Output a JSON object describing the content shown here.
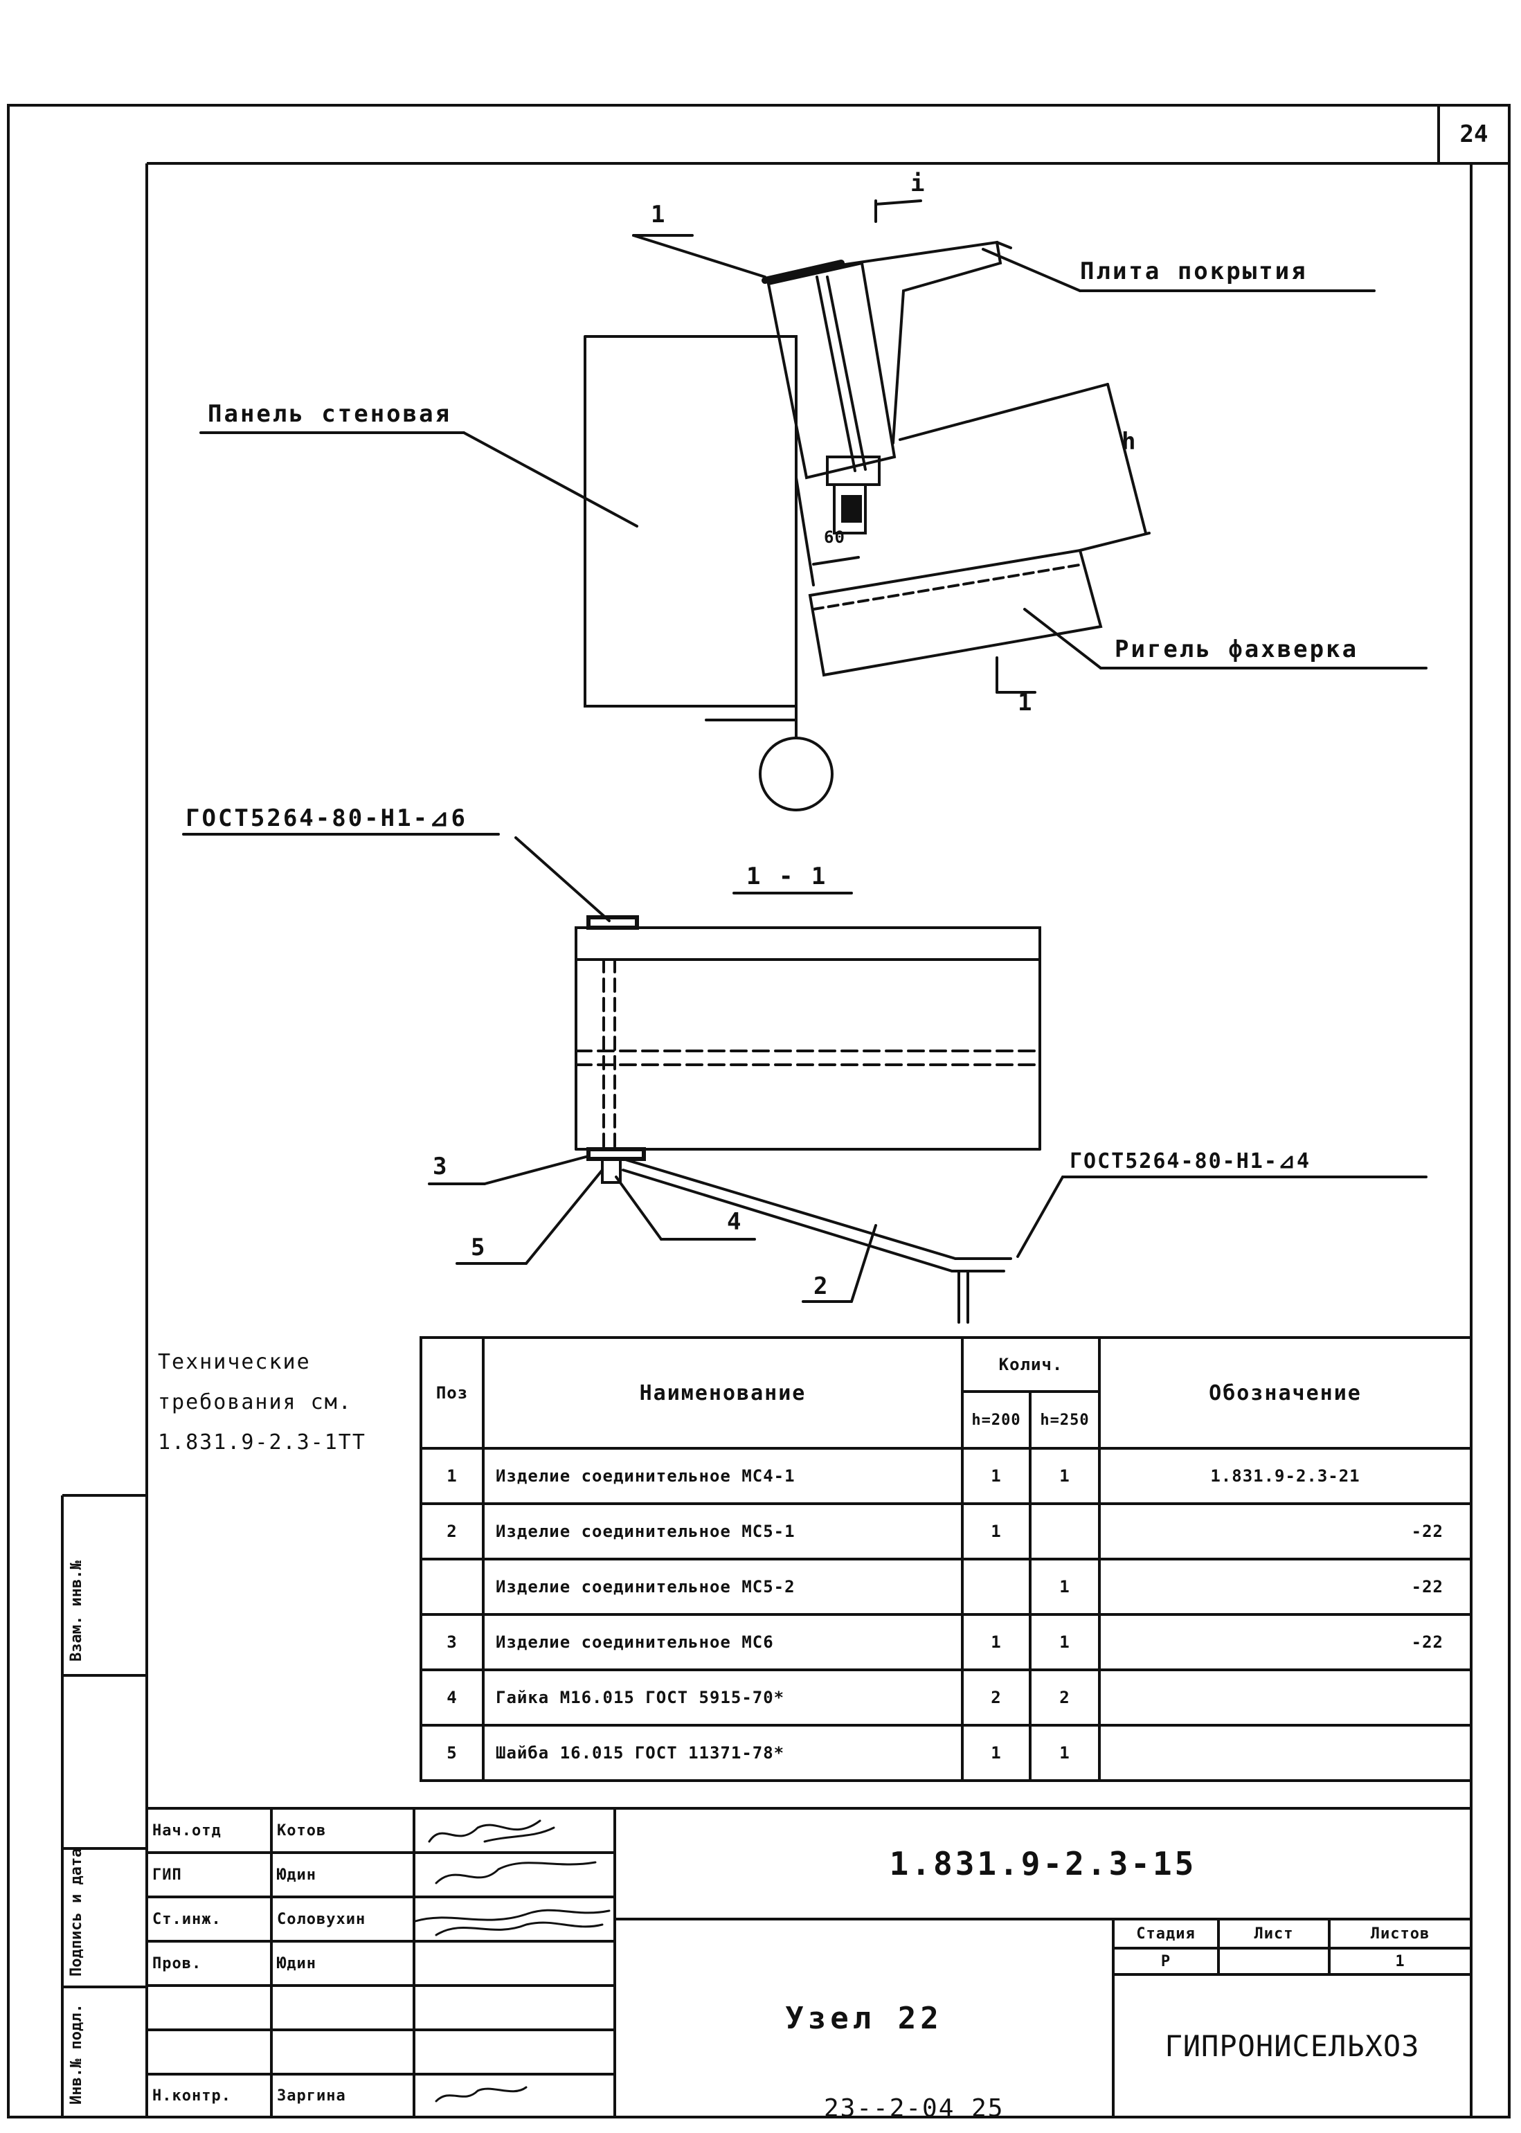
{
  "sheet_number": "24",
  "drawing_labels": {
    "pos1": "1",
    "slope": "i",
    "roof_slab": "Плита покрытия",
    "panel": "Панель стеновая",
    "height": "h",
    "gap": "60",
    "girt": "Ригель фахверка",
    "section_mark": "1",
    "weld_top": "ГОСТ5264-80-Н1-⊿6",
    "section_title": "1 - 1",
    "weld_right": "ГОСТ5264-80-Н1-⊿4",
    "pos3": "3",
    "pos4": "4",
    "pos5": "5",
    "pos2": "2"
  },
  "notes": [
    "Технические",
    "требования см.",
    "1.831.9-2.3-1ТТ"
  ],
  "spec_table": {
    "headers": {
      "pos": "Поз",
      "name": "Наименование",
      "qty": "Колич.",
      "qty_h200": "h=200",
      "qty_h250": "h=250",
      "designation": "Обозначение"
    },
    "rows": [
      {
        "pos": "1",
        "name": "Изделие соединительное МС4-1",
        "q200": "1",
        "q250": "1",
        "designation": "1.831.9-2.3-21"
      },
      {
        "pos": "2",
        "name": "Изделие соединительное МС5-1",
        "q200": "1",
        "q250": "",
        "designation": "-22"
      },
      {
        "pos": "",
        "name": "Изделие соединительное МС5-2",
        "q200": "",
        "q250": "1",
        "designation": "-22"
      },
      {
        "pos": "3",
        "name": "Изделие соединительное МС6",
        "q200": "1",
        "q250": "1",
        "designation": "-22"
      },
      {
        "pos": "4",
        "name": "Гайка М16.015 ГОСТ 5915-70*",
        "q200": "2",
        "q250": "2",
        "designation": ""
      },
      {
        "pos": "5",
        "name": "Шайба 16.015 ГОСТ 11371-78*",
        "q200": "1",
        "q250": "1",
        "designation": ""
      }
    ]
  },
  "title_block": {
    "signatures": [
      {
        "role": "Нач.отд",
        "name": "Котов"
      },
      {
        "role": "ГИП",
        "name": "Юдин"
      },
      {
        "role": "Ст.инж.",
        "name": "Соловухин"
      },
      {
        "role": "Пров.",
        "name": "Юдин"
      },
      {
        "role": "",
        "name": ""
      },
      {
        "role": "",
        "name": ""
      },
      {
        "role": "Н.контр.",
        "name": "Заргина"
      }
    ],
    "code": "1.831.9-2.3-15",
    "title": "Узел 22",
    "stage_label": "Стадия",
    "sheet_label": "Лист",
    "sheets_label": "Листов",
    "stage": "Р",
    "sheet": "",
    "sheets": "1",
    "org": "ГИПРОНИСЕЛЬХОЗ"
  },
  "side_stamp": [
    "Инв.№ подл.",
    "Подпись и дата",
    "Взам. инв.№"
  ],
  "footer_stamp": "23--2-04 25"
}
